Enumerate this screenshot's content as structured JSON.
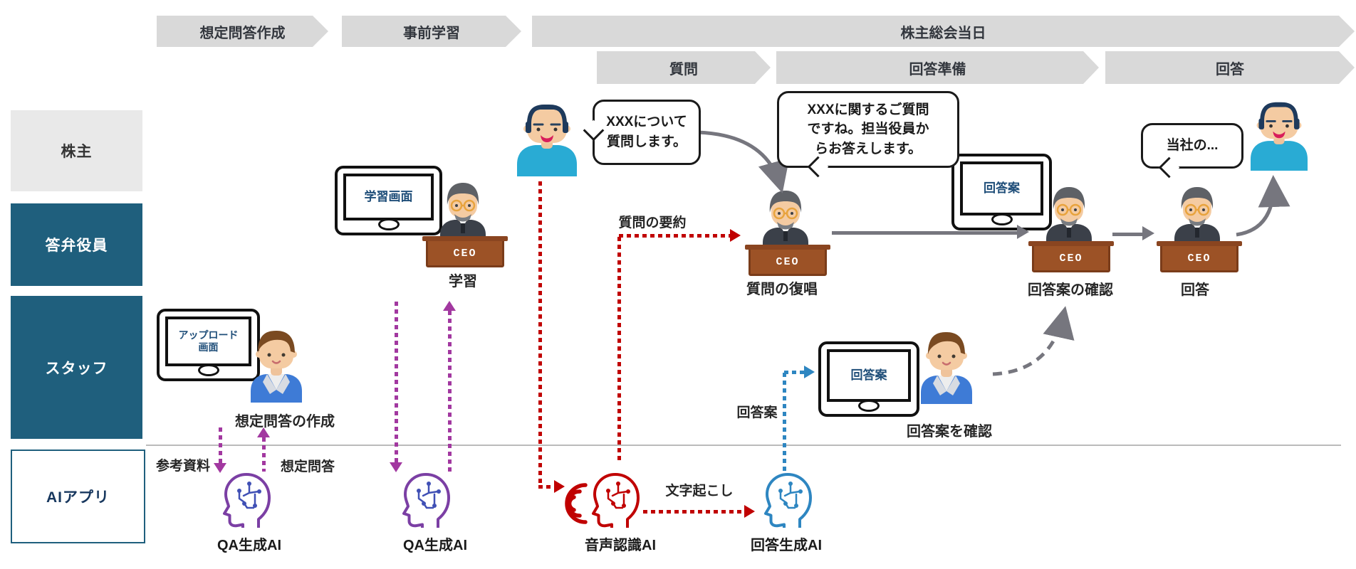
{
  "phases_row1": [
    {
      "label": "想定問答作成"
    },
    {
      "label": "事前学習"
    },
    {
      "label": "株主総会当日"
    }
  ],
  "phases_row2": [
    {
      "label": "質問"
    },
    {
      "label": "回答準備"
    },
    {
      "label": "回答"
    }
  ],
  "lanes": [
    {
      "label": "株主"
    },
    {
      "label": "答弁役員"
    },
    {
      "label": "スタッフ"
    },
    {
      "label": "AIアプリ"
    }
  ],
  "monitors": {
    "upload": {
      "line1": "アップロード",
      "line2": "画面"
    },
    "learning": {
      "label": "学習画面"
    },
    "draft_staff": {
      "label": "回答案"
    },
    "draft_exec": {
      "label": "回答案"
    }
  },
  "speech_bubbles": {
    "shareholder_question": {
      "line1": "XXXについて",
      "line2": "質問します。"
    },
    "ceo_repeat": {
      "line1": "XXXに関するご質問",
      "line2": "ですね。担当役員か",
      "line3": "らお答えします。"
    },
    "ceo_answer": {
      "label": "当社の..."
    }
  },
  "captions": {
    "create_qa": "想定問答の作成",
    "learning": "学習",
    "repeat_question": "質問の復唱",
    "staff_check_draft": "回答案を確認",
    "exec_check_draft": "回答案の確認",
    "answer": "回答"
  },
  "flow_labels": {
    "reference_docs": "参考資料",
    "anticipated_qa": "想定問答",
    "question_summary": "質問の要約",
    "transcription": "文字起こし",
    "draft_answer": "回答案"
  },
  "ai_apps": {
    "qa_gen_1": "QA生成AI",
    "qa_gen_2": "QA生成AI",
    "speech_recognition": "音声認識AI",
    "answer_gen": "回答生成AI"
  },
  "podium_label": "CEO",
  "colors": {
    "lane_teal": "#1F5F7D",
    "phase_gray": "#D9D9D9",
    "red": "#C00000",
    "purple": "#A238A0",
    "blue": "#2E86C1",
    "gray_arrow": "#76767E",
    "head_purple": "#7B3FA4",
    "monitor_text_navy": "#1F4E79"
  }
}
